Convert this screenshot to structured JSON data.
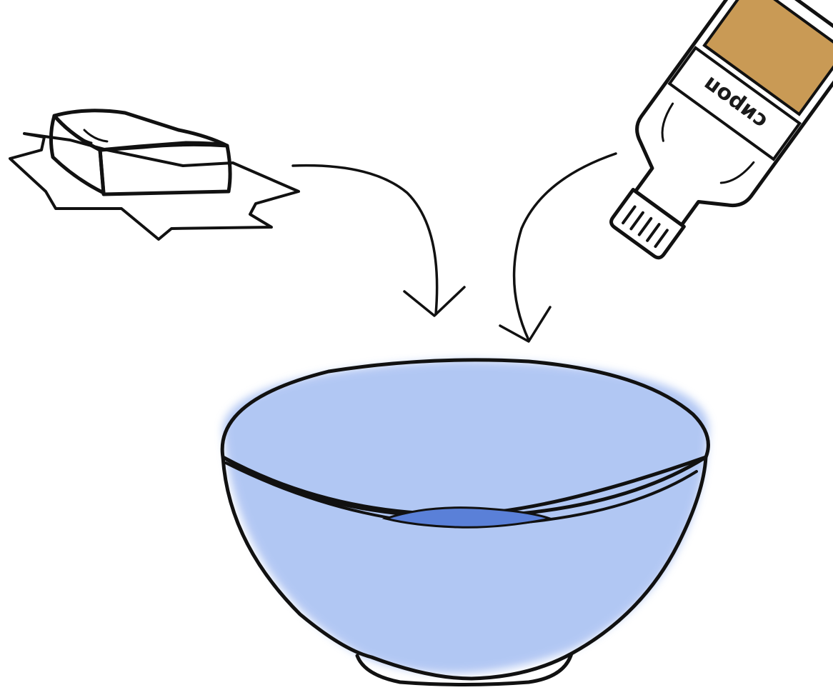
{
  "scene": {
    "items": [
      {
        "id": "butter",
        "icon": "butter-block-icon"
      },
      {
        "id": "syrup-bottle",
        "icon": "syrup-bottle-icon",
        "label": "сироп"
      },
      {
        "id": "bowl",
        "icon": "mixing-bowl-icon"
      }
    ],
    "arrows": [
      {
        "from": "butter",
        "to": "bowl"
      },
      {
        "from": "syrup-bottle",
        "to": "bowl"
      }
    ]
  },
  "colors": {
    "butter": "#eef0a8",
    "butter_shade": "#dfe39a",
    "wrapper": "#fcb38e",
    "bottle_glass": "#dfe3fa",
    "syrup": "#c99a55",
    "cap": "#caa66a",
    "label": "#ffffff",
    "bowl": "#6690e8",
    "bowl_dark": "#5a80d8",
    "outline": "#111111"
  }
}
